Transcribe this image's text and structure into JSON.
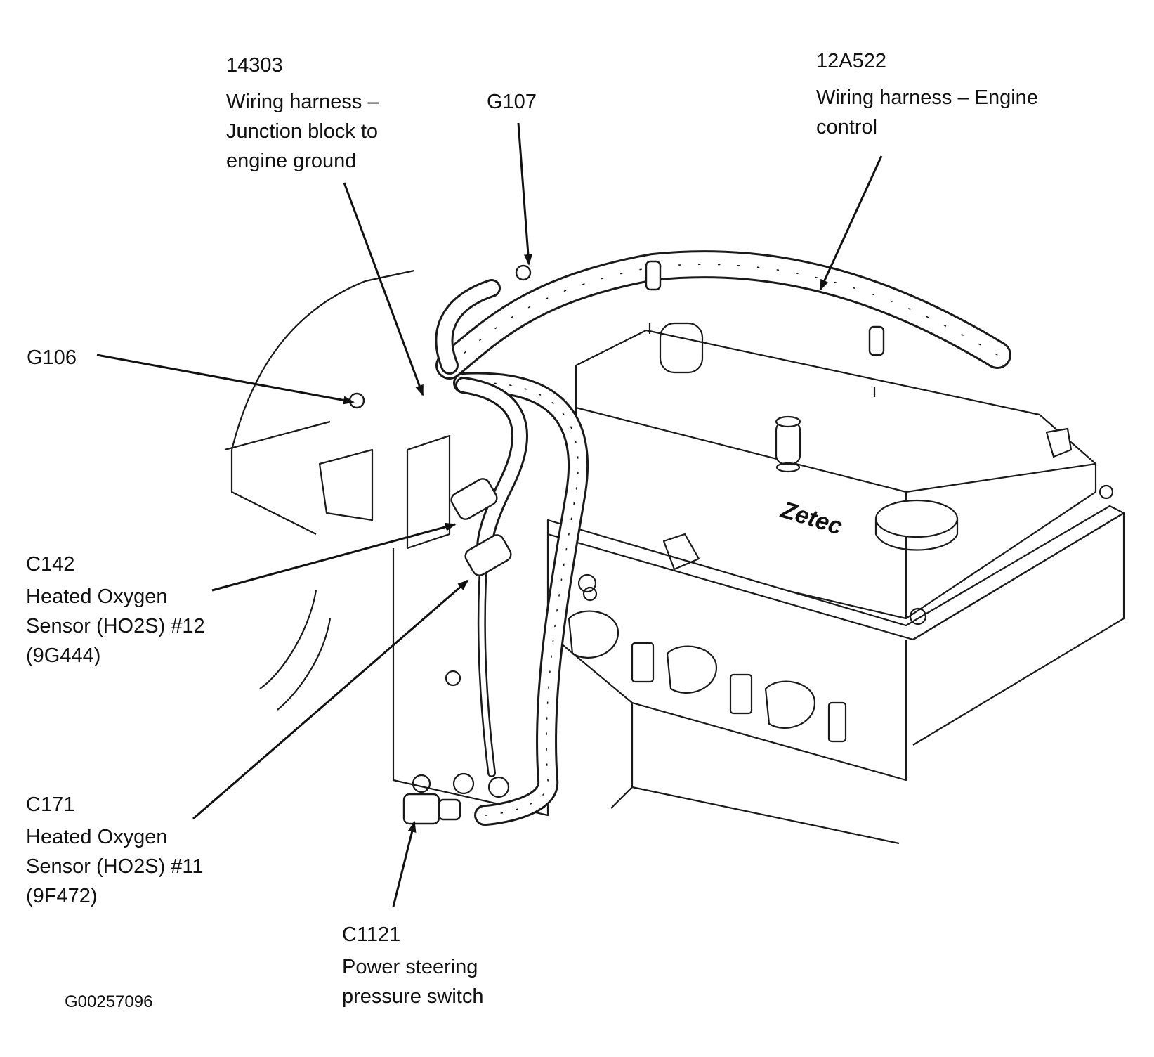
{
  "figure_id": "G00257096",
  "engine_logo": "Zetec",
  "callouts": [
    {
      "id": "14303",
      "code": "14303",
      "lines": [
        "Wiring harness –",
        "Junction block to",
        "engine ground"
      ]
    },
    {
      "id": "12A522",
      "code": "12A522",
      "lines": [
        "Wiring harness – Engine",
        "control"
      ]
    },
    {
      "id": "G107",
      "code": "G107",
      "lines": []
    },
    {
      "id": "G106",
      "code": "G106",
      "lines": []
    },
    {
      "id": "C142",
      "code": "C142",
      "lines": [
        "Heated Oxygen",
        "Sensor (HO2S) #12",
        "(9G444)"
      ]
    },
    {
      "id": "C171",
      "code": "C171",
      "lines": [
        "Heated Oxygen",
        "Sensor (HO2S) #11",
        "(9F472)"
      ]
    },
    {
      "id": "C1121",
      "code": "C1121",
      "lines": [
        "Power steering",
        "pressure switch"
      ]
    }
  ]
}
